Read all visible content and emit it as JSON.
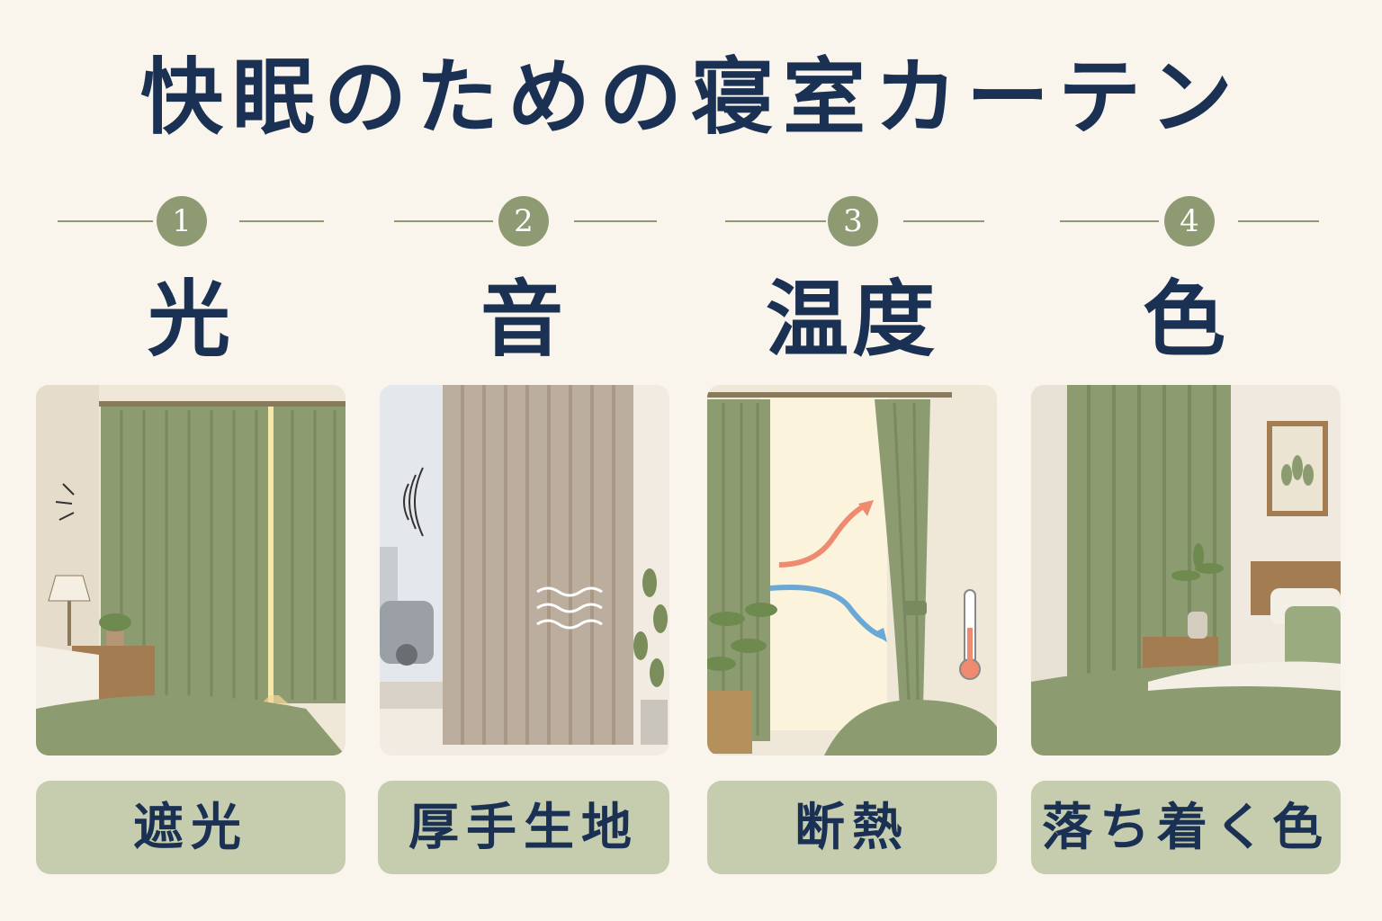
{
  "title": "快眠のための寝室カーテン",
  "colors": {
    "background": "#faf5ec",
    "navy": "#1b3154",
    "sage": "#8d9a72",
    "label_bg": "#c5cdae",
    "curtain_green": "#8c9c70",
    "curtain_beige": "#bcae9e"
  },
  "features": [
    {
      "number": "1",
      "heading": "光",
      "label": "遮光",
      "icon": "blackout-curtain-illustration"
    },
    {
      "number": "2",
      "heading": "音",
      "label": "厚手生地",
      "icon": "thick-curtain-sound-illustration"
    },
    {
      "number": "3",
      "heading": "温度",
      "label": "断熱",
      "icon": "insulation-thermometer-illustration"
    },
    {
      "number": "4",
      "heading": "色",
      "label": "落ち着く色",
      "icon": "calm-color-bedroom-illustration"
    }
  ]
}
